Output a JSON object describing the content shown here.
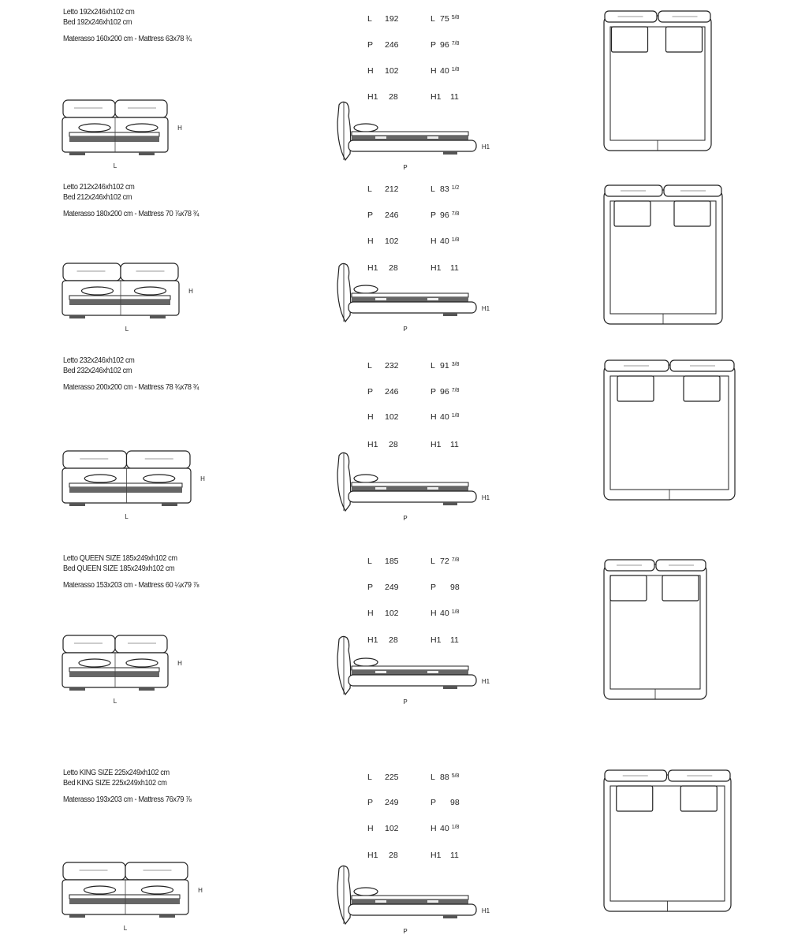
{
  "dim_labels": {
    "height": "H",
    "length": "L",
    "depth": "P",
    "base_height": "H1"
  },
  "sections": [
    {
      "letto": "Letto 192x246xh102 cm",
      "bed": "Bed 192x246xh102 cm",
      "mattress": "Materasso 160x200 cm - Mattress 63x78 ¾",
      "dims": [
        {
          "k": "L",
          "cm": "192",
          "ik": "L",
          "in": "75",
          "fr": "5/8"
        },
        {
          "k": "P",
          "cm": "246",
          "ik": "P",
          "in": "96",
          "fr": "7/8"
        },
        {
          "k": "H",
          "cm": "102",
          "ik": "H",
          "in": "40",
          "fr": "1/8"
        },
        {
          "k": "H1",
          "cm": "28",
          "ik": "H1",
          "in": "11",
          "fr": ""
        }
      ]
    },
    {
      "letto": "Letto 212x246xh102 cm",
      "bed": "Bed 212x246xh102 cm",
      "mattress": "Materasso 180x200 cm - Mattress 70 ⅞x78 ¾",
      "dims": [
        {
          "k": "L",
          "cm": "212",
          "ik": "L",
          "in": "83",
          "fr": "1/2"
        },
        {
          "k": "P",
          "cm": "246",
          "ik": "P",
          "in": "96",
          "fr": "7/8"
        },
        {
          "k": "H",
          "cm": "102",
          "ik": "H",
          "in": "40",
          "fr": "1/8"
        },
        {
          "k": "H1",
          "cm": "28",
          "ik": "H1",
          "in": "11",
          "fr": ""
        }
      ]
    },
    {
      "letto": "Letto 232x246xh102 cm",
      "bed": "Bed 232x246xh102 cm",
      "mattress": "Materasso 200x200 cm - Mattress 78 ¾x78 ¾",
      "dims": [
        {
          "k": "L",
          "cm": "232",
          "ik": "L",
          "in": "91",
          "fr": "3/8"
        },
        {
          "k": "P",
          "cm": "246",
          "ik": "P",
          "in": "96",
          "fr": "7/8"
        },
        {
          "k": "H",
          "cm": "102",
          "ik": "H",
          "in": "40",
          "fr": "1/8"
        },
        {
          "k": "H1",
          "cm": "28",
          "ik": "H1",
          "in": "11",
          "fr": ""
        }
      ]
    },
    {
      "letto": "Letto QUEEN SIZE 185x249xh102 cm",
      "bed": "Bed QUEEN SIZE 185x249xh102 cm",
      "mattress": "Materasso 153x203 cm - Mattress 60 ¼x79 ⅞",
      "dims": [
        {
          "k": "L",
          "cm": "185",
          "ik": "L",
          "in": "72",
          "fr": "7/8"
        },
        {
          "k": "P",
          "cm": "249",
          "ik": "P",
          "in": "98",
          "fr": ""
        },
        {
          "k": "H",
          "cm": "102",
          "ik": "H",
          "in": "40",
          "fr": "1/8"
        },
        {
          "k": "H1",
          "cm": "28",
          "ik": "H1",
          "in": "11",
          "fr": ""
        }
      ]
    },
    {
      "letto": "Letto KING SIZE 225x249xh102 cm",
      "bed": "Bed KING SIZE 225x249xh102 cm",
      "mattress": "Materasso 193x203 cm - Mattress 76x79 ⅞",
      "dims": [
        {
          "k": "L",
          "cm": "225",
          "ik": "L",
          "in": "88",
          "fr": "5/8"
        },
        {
          "k": "P",
          "cm": "249",
          "ik": "P",
          "in": "98",
          "fr": ""
        },
        {
          "k": "H",
          "cm": "102",
          "ik": "H",
          "in": "40",
          "fr": "1/8"
        },
        {
          "k": "H1",
          "cm": "28",
          "ik": "H1",
          "in": "11",
          "fr": ""
        }
      ]
    }
  ]
}
